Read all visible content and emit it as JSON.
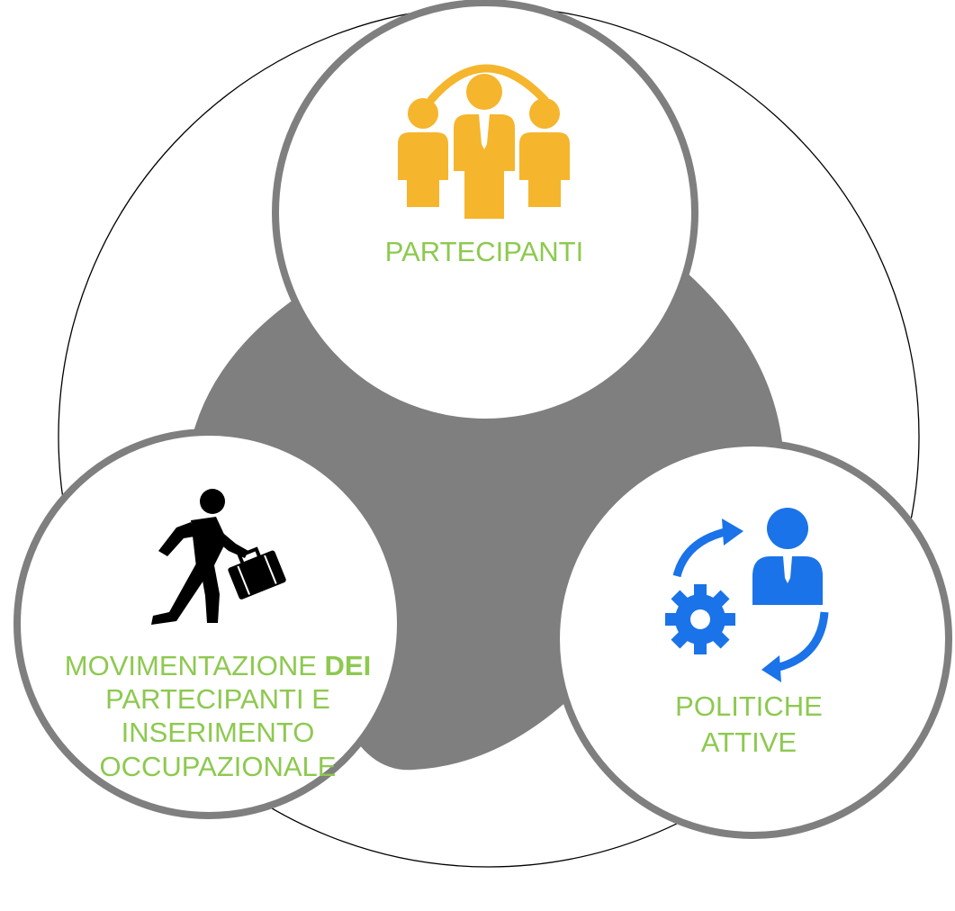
{
  "colors": {
    "text": "#8dc94f",
    "center": "#7f7f7f",
    "ring": "#7f7f7f",
    "outline": "#000000",
    "people_icon": "#f5b52c",
    "policy_icon": "#1a73e8",
    "walker_icon": "#000000"
  },
  "nodes": {
    "top": {
      "icon": "people-group-icon",
      "label": "PARTECIPANTI"
    },
    "right": {
      "icon": "person-with-cycle-arrows-and-gear-icon",
      "line1": "POLITICHE",
      "line2": "ATTIVE"
    },
    "left": {
      "icon": "walking-man-with-briefcase-icon",
      "line1_normal": "MOVIMENTAZIONE ",
      "line1_bold": "DEI",
      "line2": "PARTECIPANTI E",
      "line3": "INSERIMENTO",
      "line4": "OCCUPAZIONALE"
    }
  }
}
